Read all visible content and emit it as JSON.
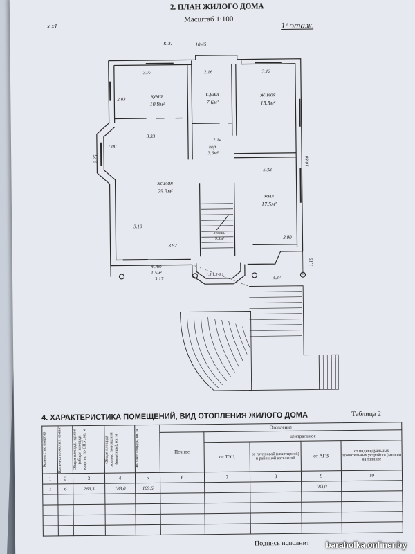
{
  "plan": {
    "title": "2. ПЛАН ЖИЛОГО ДОМА",
    "scale": "Масштаб 1:100",
    "floor": "1ᵉ этаж",
    "corner_note": "х х1",
    "side_note": "к.з.",
    "dimensions": {
      "top_overall": "10.45",
      "kitchen_width": "3.77",
      "bath_width": "2.16",
      "bedroom_width": "3.12",
      "kitchen_depth": "2.83",
      "living_depth": "3.33",
      "bay_width": "1.00",
      "bay_depth": "2.25",
      "corridor_width": "2.14",
      "hall_mid": "5.38",
      "right_side": "10.80",
      "lower_left": "3.10",
      "lower_mid": "3.92",
      "lower_right": "3.00",
      "vestibule_width": "3.17",
      "terrace_right": "3.37",
      "terrace_depth": "1.10",
      "porch_dims": "1.5 1.5 3.1"
    },
    "rooms": {
      "kitchen": {
        "name": "кухня",
        "area": "10.9м²"
      },
      "bath": {
        "name": "с.узел",
        "area": "7.6м²"
      },
      "bedroom": {
        "name": "жилая",
        "area": "15.5м²"
      },
      "corridor": {
        "name": "кор.",
        "area": "3.6м²"
      },
      "living": {
        "name": "жилая",
        "area": "25.3м²"
      },
      "hall": {
        "name": "холл",
        "area": "17.5м²"
      },
      "stair": {
        "name": "лестн.",
        "area": "9.3м²"
      },
      "vestibule": {
        "name": "т.тб",
        "area": "1.5м²"
      }
    }
  },
  "table": {
    "title": "4. ХАРАКТЕРИСТИКА ПОМЕЩЕНИЙ, ВИД ОТОПЛЕНИЯ ЖИЛОГО ДОМА",
    "tag": "Таблица 2",
    "headers": {
      "h1": "Количество квартир",
      "h2": "Количество жилых комнат",
      "h3": "Общая площадь здания (общая площадь квартир по СНБ), кв. м",
      "h4": "Общая площадь жилого помещения (квартиры), кв. м",
      "h5": "Жилая площадь, кв. м",
      "heating": "Отопление",
      "stove": "Печное",
      "central": "центральное",
      "tec": "от ТЭЦ",
      "group": "от групповой (квартирной) и районной котельной",
      "agv": "от АГВ",
      "individual": "от индивидуальных отопительных устройств (котлов) на топливе"
    },
    "column_numbers": [
      "1",
      "2",
      "3",
      "4",
      "5",
      "6",
      "7",
      "8",
      "9",
      "10"
    ],
    "row": {
      "apartments": "1",
      "rooms": "6",
      "total_area": "266,3",
      "dwelling_area": "183,0",
      "living_area": "109,6",
      "agv": "183,0"
    }
  },
  "footer": {
    "signature_label": "Подпись исполнит",
    "watermark": "baraholka.onliner.by"
  }
}
